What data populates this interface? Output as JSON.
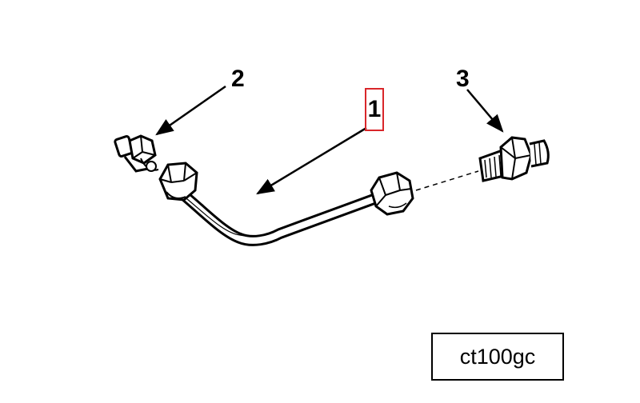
{
  "callouts": {
    "part_1": "1",
    "part_2": "2",
    "part_3": "3"
  },
  "reference_code": "ct100gc",
  "colors": {
    "line": "#000000",
    "highlight": "#d9262a",
    "background": "#ffffff"
  }
}
